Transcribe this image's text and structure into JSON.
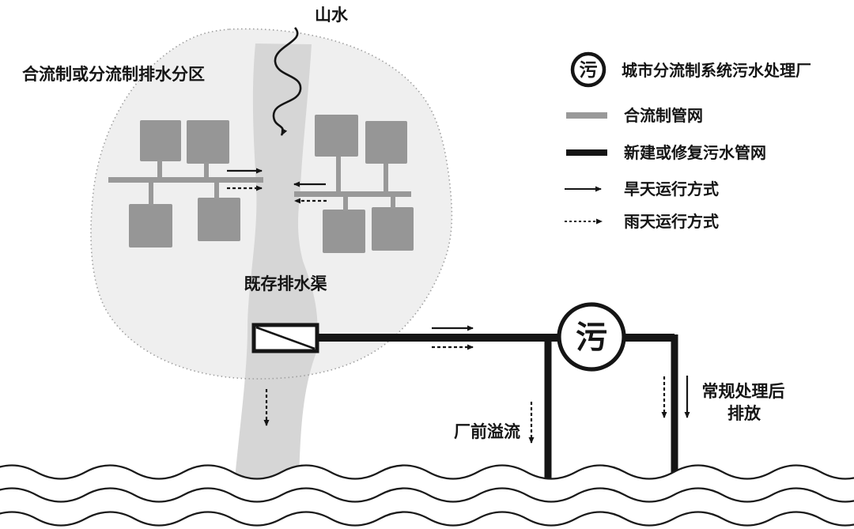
{
  "district_label": "合流制或分流制排水分区",
  "stream_label": "山水",
  "channel_label": "既存排水渠",
  "plant_symbol": "污",
  "overflow_label": "厂前溢流",
  "discharge_label_line1": "常规处理后",
  "discharge_label_line2": "排放",
  "legend": {
    "plant": {
      "symbol": "污",
      "label": "城市分流制系统污水处理厂"
    },
    "combined_pipe": {
      "label": "合流制管网",
      "color": "#999999"
    },
    "new_pipe": {
      "label": "新建或修复污水管网",
      "color": "#151515"
    },
    "dry_weather": {
      "label": "旱天运行方式"
    },
    "wet_weather": {
      "label": "雨天运行方式"
    }
  },
  "colors": {
    "district_fill": "#efefef",
    "district_border": "#a0a0a0",
    "channel_fill": "#d6d6d6",
    "building_fill": "#969696",
    "combined_pipe": "#999999",
    "sewage_pipe": "#151515",
    "ink": "#151515"
  }
}
